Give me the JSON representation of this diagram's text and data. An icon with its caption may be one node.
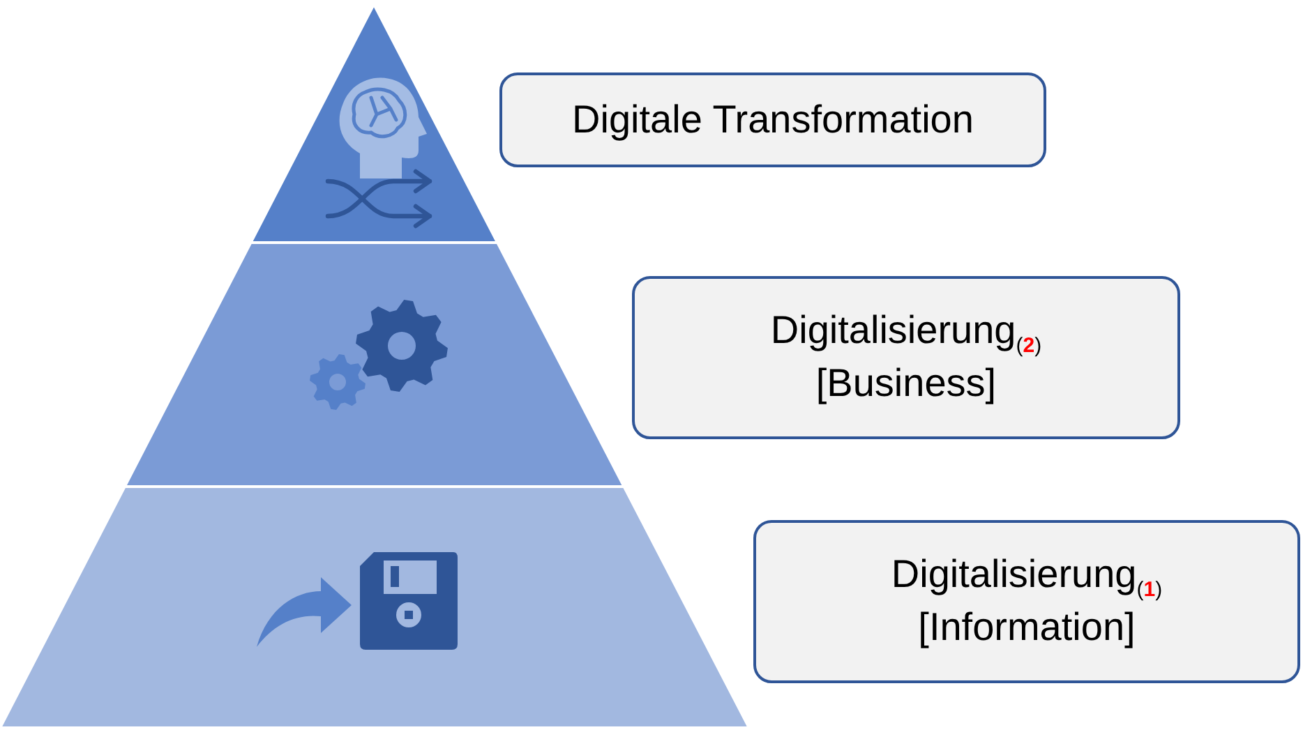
{
  "diagram": {
    "nodes": [
      {
        "text": [
          "Digitale Transformation"
        ]
      },
      {
        "text": [
          "Digitalisierung$_{(}$$_{2}$$_{)}$ [Business]"
        ]
      },
      {
        "text": [
          "Digitalisierung$_{(}$$_{1}$$_{)}$ [Information]"
        ]
      }
    ]
  }
}
